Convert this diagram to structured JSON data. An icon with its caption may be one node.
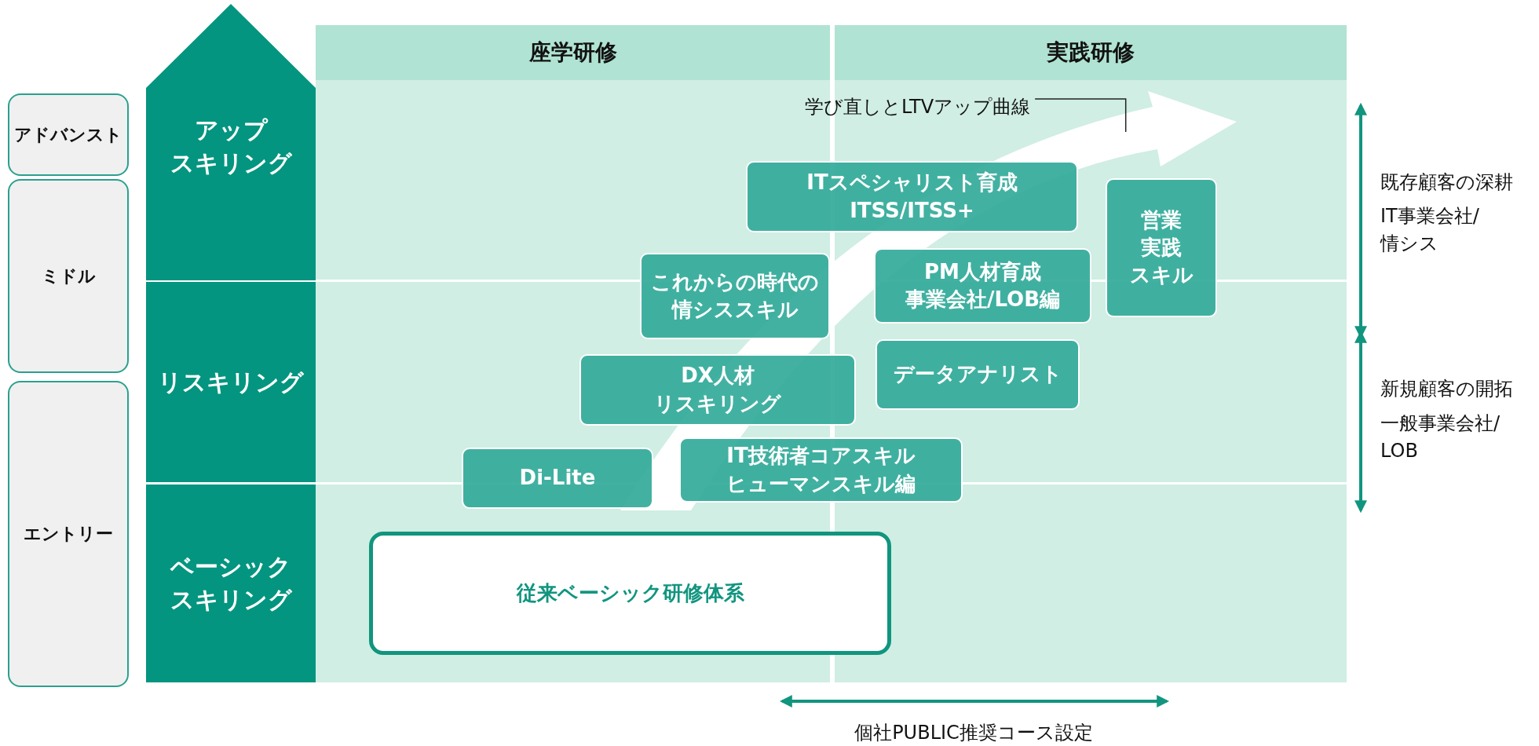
{
  "diagram": {
    "nodes": [
      {
        "text": [
          "アドバンスト"
        ]
      },
      {
        "text": [
          "ミドル"
        ]
      },
      {
        "text": [
          "エントリー"
        ]
      },
      {
        "text": [
          "アップスキリング"
        ]
      },
      {
        "text": [
          "リスキリング"
        ]
      },
      {
        "text": [
          "ベーシックスキリング"
        ]
      },
      {
        "text": [
          "座学研修"
        ]
      },
      {
        "text": [
          "実践研修"
        ]
      },
      {
        "text": [
          "学び直しとLTVアップ曲線"
        ]
      },
      {
        "text": [],
        "shape": "arrow"
      },
      {
        "text": [
          "ITスペシャリスト育成",
          "ITSS/ITSS+"
        ]
      },
      {
        "text": [
          "営業実践スキル"
        ]
      },
      {
        "text": [
          "これからの時代の情シススキル"
        ]
      },
      {
        "text": [
          "PM人材育成",
          "事業会社/LOB編"
        ]
      },
      {
        "text": [
          "DX人材",
          "リスキリング"
        ]
      },
      {
        "text": [
          "データアナリスト"
        ]
      },
      {
        "text": [
          "Di-Lite"
        ]
      },
      {
        "text": [
          "IT技術者コアスキル",
          "ヒューマンスキル編"
        ]
      },
      {
        "text": [
          "従来ベーシック研修体系"
        ]
      }
    ],
    "edges": [
      {
        "from": 8,
        "to": 9,
        "arrow": "none"
      }
    ],
    "labels": [
      "既存顧客の深耕",
      "IT事業会社/情シス",
      "新規顧客の開拓",
      "一般事業会社/LOB",
      "個社PUBLIC推奨コース設定"
    ]
  }
}
